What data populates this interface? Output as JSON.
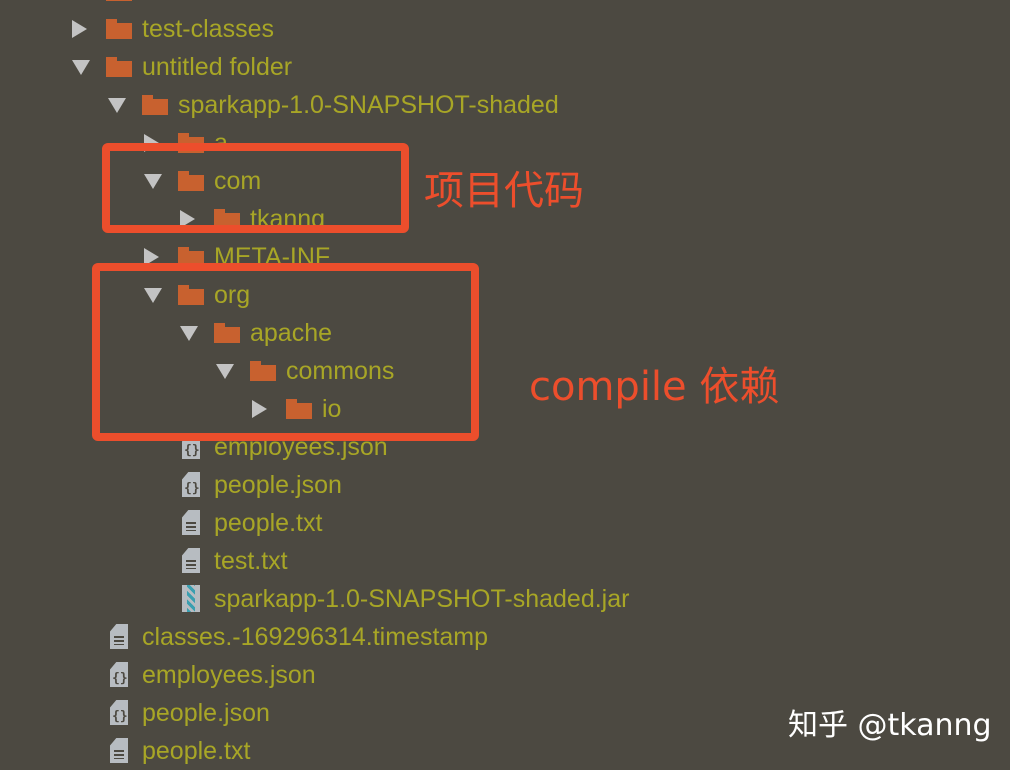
{
  "tree": [
    {
      "label": "",
      "level": 0,
      "type": "folder",
      "state": "none"
    },
    {
      "label": "test-classes",
      "level": 0,
      "type": "folder",
      "state": "collapsed"
    },
    {
      "label": "untitled folder",
      "level": 0,
      "type": "folder",
      "state": "expanded"
    },
    {
      "label": "sparkapp-1.0-SNAPSHOT-shaded",
      "level": 1,
      "type": "folder",
      "state": "expanded"
    },
    {
      "label": "a",
      "level": 2,
      "type": "folder",
      "state": "collapsed"
    },
    {
      "label": "com",
      "level": 2,
      "type": "folder",
      "state": "expanded"
    },
    {
      "label": "tkanng",
      "level": 3,
      "type": "folder",
      "state": "collapsed"
    },
    {
      "label": "META-INF",
      "level": 2,
      "type": "folder",
      "state": "collapsed"
    },
    {
      "label": "org",
      "level": 2,
      "type": "folder",
      "state": "expanded"
    },
    {
      "label": "apache",
      "level": 3,
      "type": "folder",
      "state": "expanded"
    },
    {
      "label": "commons",
      "level": 4,
      "type": "folder",
      "state": "expanded"
    },
    {
      "label": "io",
      "level": 5,
      "type": "folder",
      "state": "collapsed"
    },
    {
      "label": "employees.json",
      "level": 2,
      "type": "json",
      "state": "none"
    },
    {
      "label": "people.json",
      "level": 2,
      "type": "json",
      "state": "none"
    },
    {
      "label": "people.txt",
      "level": 2,
      "type": "text",
      "state": "none"
    },
    {
      "label": "test.txt",
      "level": 2,
      "type": "text",
      "state": "none"
    },
    {
      "label": "sparkapp-1.0-SNAPSHOT-shaded.jar",
      "level": 1,
      "type": "jar",
      "state": "none"
    },
    {
      "label": "classes.-169296314.timestamp",
      "level": 0,
      "type": "text",
      "state": "none"
    },
    {
      "label": "employees.json",
      "level": 0,
      "type": "json",
      "state": "none"
    },
    {
      "label": "people.json",
      "level": 0,
      "type": "json",
      "state": "none"
    },
    {
      "label": "people.txt",
      "level": 0,
      "type": "text",
      "state": "none"
    }
  ],
  "annotations": {
    "project_code": "项目代码",
    "compile_deps": "compile 依赖"
  },
  "watermark": "知乎 @tkanng",
  "colors": {
    "background": "#4c4941",
    "text": "#a8a626",
    "folder": "#c8612f",
    "annotation": "#ec4e2c"
  }
}
